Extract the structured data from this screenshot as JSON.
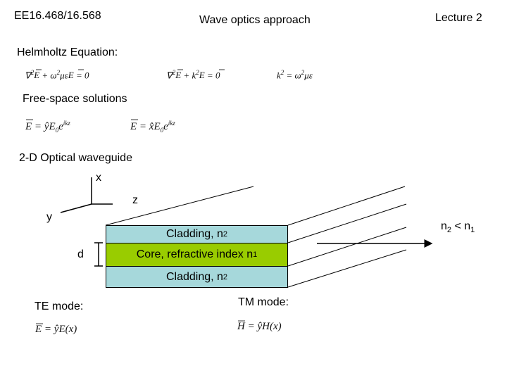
{
  "header": {
    "course": "EE16.468/16.568",
    "title": "Wave optics approach",
    "lecture": "Lecture 2"
  },
  "sections": {
    "helmholtz": "Helmholtz Equation:",
    "free_space": "Free-space solutions",
    "waveguide": "2-D Optical waveguide",
    "te_mode": "TE mode:",
    "tm_mode": "TM mode:"
  },
  "equations": {
    "helm1": "∇²E + ω²μεE = 0",
    "helm2": "∇²E + k²E = 0",
    "k_def": "k² = ω²με",
    "free1": "E = ŷE₀e^{ikz}",
    "free2": "E = x̂E₀e^{ikz}",
    "te": "E = ŷE(x)",
    "tm": "H = ŷH(x)"
  },
  "diagram": {
    "axis_x": "x",
    "axis_y": "y",
    "axis_z": "z",
    "thickness": "d",
    "cladding_top": "Cladding, n",
    "cladding_top_sub": "2",
    "core": "Core, refractive index n",
    "core_sub": "1",
    "cladding_bottom": "Cladding, n",
    "cladding_bottom_sub": "2",
    "index_n2": "n",
    "index_n2_sub": "2",
    "index_op": " < n",
    "index_n1_sub": "1",
    "colors": {
      "core": "#99cc00",
      "cladding": "#a6d8db"
    }
  }
}
